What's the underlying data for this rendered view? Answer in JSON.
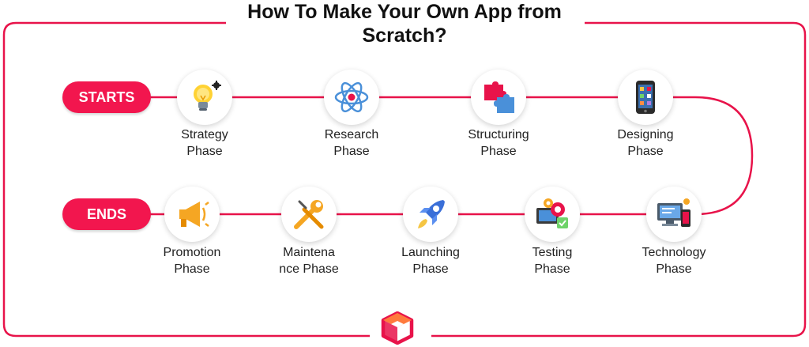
{
  "title": {
    "line1": "How To Make Your Own App from",
    "line2": "Scratch?"
  },
  "pills": {
    "start": "STARTS",
    "end": "ENDS"
  },
  "phases": [
    {
      "line1": "Strategy",
      "line2": "Phase",
      "icon": "lightbulb-icon"
    },
    {
      "line1": "Research",
      "line2": "Phase",
      "icon": "atom-icon"
    },
    {
      "line1": "Structuring",
      "line2": "Phase",
      "icon": "puzzle-icon"
    },
    {
      "line1": "Designing",
      "line2": "Phase",
      "icon": "smartphone-icon"
    },
    {
      "line1": "Technology",
      "line2": "Phase",
      "icon": "computer-devices-icon"
    },
    {
      "line1": "Testing",
      "line2": "Phase",
      "icon": "testing-gears-icon"
    },
    {
      "line1": "Launching",
      "line2": "Phase",
      "icon": "rocket-icon"
    },
    {
      "line1": "Maintena",
      "line2": "nce Phase",
      "icon": "wrench-screwdriver-icon"
    },
    {
      "line1": "Promotion",
      "line2": "Phase",
      "icon": "megaphone-icon"
    }
  ],
  "colors": {
    "accent": "#f2164e",
    "logo_orange": "#ff7a3d"
  },
  "logo": "brand-cube-logo"
}
